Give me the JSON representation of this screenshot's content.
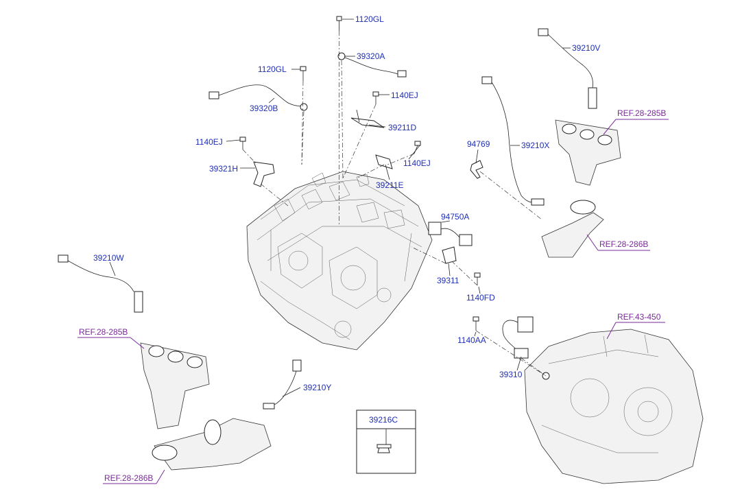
{
  "diagram": {
    "part_labels": {
      "p1120GL_top": "1120GL",
      "p39320A": "39320A",
      "p1120GL_left": "1120GL",
      "p39320B": "39320B",
      "p1140EJ_a": "1140EJ",
      "p39211D": "39211D",
      "p1140EJ_b": "1140EJ",
      "p39321H": "39321H",
      "p1140EJ_c": "1140EJ",
      "p39211E": "39211E",
      "p94769": "94769",
      "p39210X": "39210X",
      "p39210V": "39210V",
      "p94750A": "94750A",
      "p39311": "39311",
      "p1140FD": "1140FD",
      "p39210W": "39210W",
      "p39210Y": "39210Y",
      "p1140AA": "1140AA",
      "p39310": "39310",
      "p39216C": "39216C"
    },
    "ref_labels": {
      "ref_285B_right": "REF.28-285B",
      "ref_286B_right": "REF.28-286B",
      "ref_43_450": "REF.43-450",
      "ref_285B_left": "REF.28-285B",
      "ref_286B_left": "REF.28-286B"
    },
    "colors": {
      "part_number": "#1f2fb8",
      "reference": "#7a2a9a",
      "drawing": "#222222"
    }
  }
}
